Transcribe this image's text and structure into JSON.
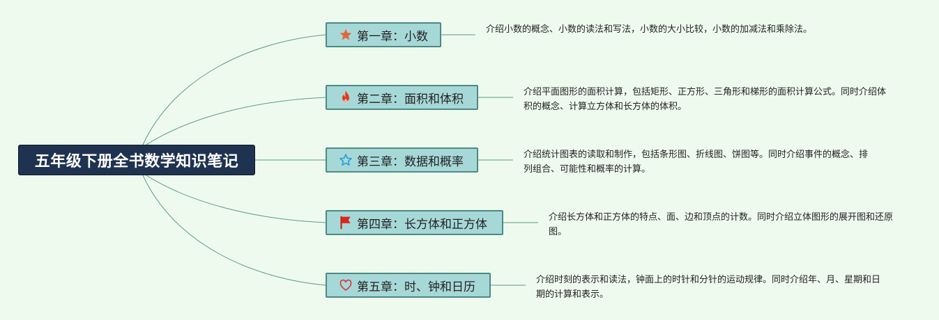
{
  "root": {
    "title": "五年级下册全书数学知识笔记"
  },
  "chapters": [
    {
      "label": "第一章：小数",
      "icon": "star-icon",
      "icon_color": "#e1673a",
      "desc": "介绍小数的概念、小数的读法和写法，小数的大小比较，小数的加减法和乘除法。"
    },
    {
      "label": "第二章：面积和体积",
      "icon": "fire-icon",
      "icon_color": "#e2391f",
      "desc": "介绍平面图形的面积计算，包括矩形、正方形、三角形和梯形的面积计算公式。同时介绍体积的概念、计算立方体和长方体的体积。"
    },
    {
      "label": "第三章：数据和概率",
      "icon": "star-outline-icon",
      "icon_color": "#2a9fdc",
      "desc": "介绍统计图表的读取和制作，包括条形图、折线图、饼图等。同时介绍事件的概念、排列组合、可能性和概率的计算。"
    },
    {
      "label": "第四章：长方体和正方体",
      "icon": "flag-icon",
      "icon_color": "#e02418",
      "desc": "介绍长方体和正方体的特点、面、边和顶点的计数。同时介绍立体图形的展开图和还原图。"
    },
    {
      "label": "第五章：时、钟和日历",
      "icon": "heart-outline-icon",
      "icon_color": "#d23a3a",
      "desc": "介绍时刻的表示和读法，钟面上的时针和分针的运动规律。同时介绍年、月、星期和日期的计算和表示。"
    }
  ],
  "colors": {
    "background": "#effaef",
    "root_fill": "#1f3350",
    "chapter_fill": "#a7d8d8",
    "chapter_border": "#4a8a82",
    "link": "#5a9a82"
  }
}
